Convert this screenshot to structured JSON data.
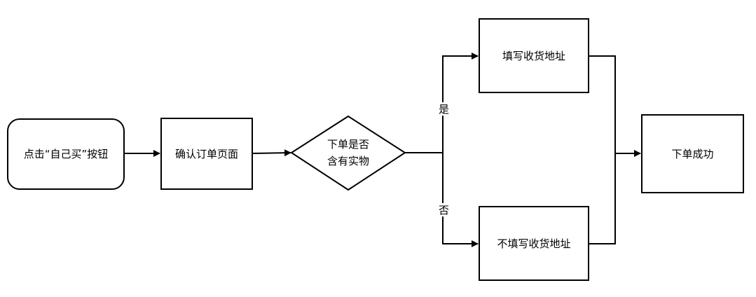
{
  "nodes": {
    "start": "点击“自己买”按钮",
    "confirm": "确认订单页面",
    "decision_line1": "下单是否",
    "decision_line2": "含有实物",
    "fill_address": "填写收货地址",
    "no_address": "不填写收货地址",
    "success": "下单成功"
  },
  "edges": {
    "yes_label": "是",
    "no_label": "否"
  }
}
